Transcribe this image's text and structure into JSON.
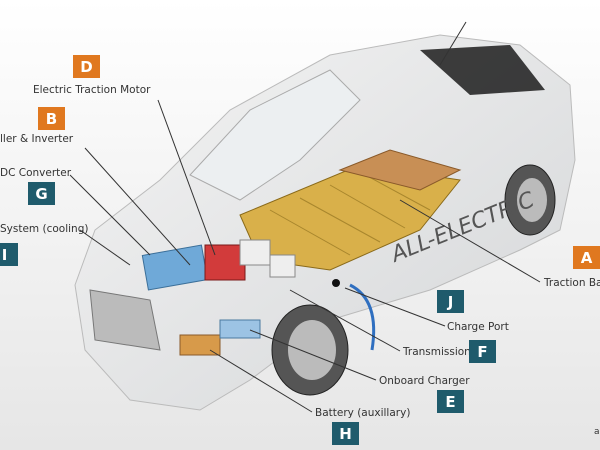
{
  "colors": {
    "orange": "#e0781f",
    "teal": "#1f5b6c"
  },
  "callouts": [
    {
      "letter": "D",
      "label": "Electric Traction Motor"
    },
    {
      "letter": "B",
      "label": "ller & Inverter"
    },
    {
      "letter": "G",
      "label": "DC Converter"
    },
    {
      "letter": "I",
      "label": "System (cooling)"
    },
    {
      "letter": "A",
      "label": "Traction Bat"
    },
    {
      "letter": "J",
      "label": "Charge Port"
    },
    {
      "letter": "F",
      "label": "Transmission"
    },
    {
      "letter": "E",
      "label": "Onboard Charger"
    },
    {
      "letter": "H",
      "label": "Battery (auxillary)"
    }
  ],
  "car_text": "ALL-ELECTRIC",
  "corner_text": "a"
}
